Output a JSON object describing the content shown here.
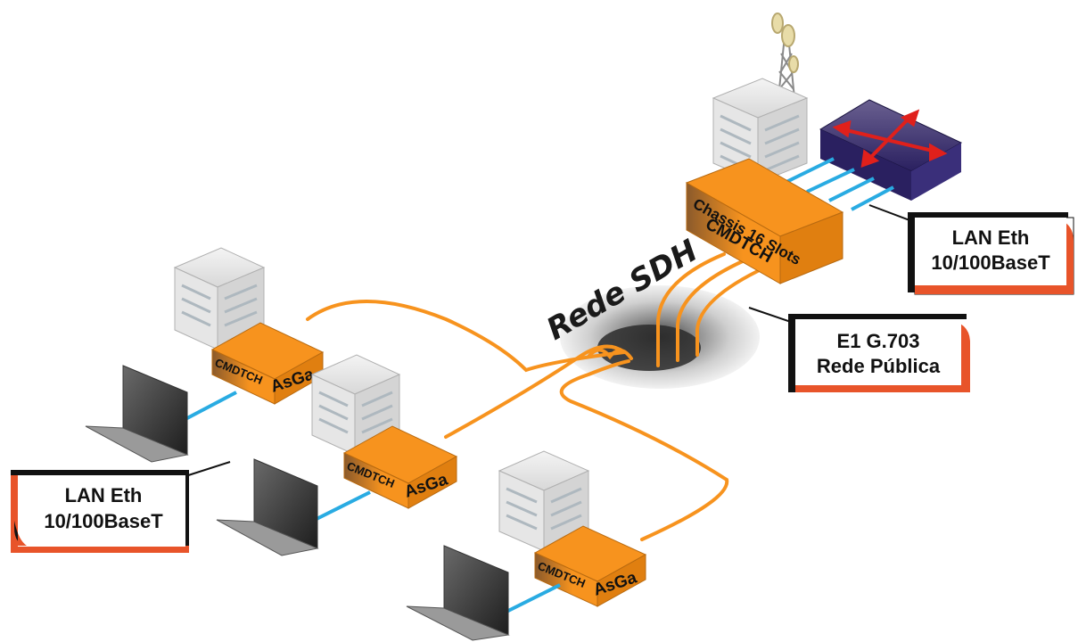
{
  "network_label": "Rede SDH",
  "central": {
    "chassis_line1": "Chassis 16 Slots",
    "chassis_line2": "CMDTCH"
  },
  "remote_units": [
    {
      "model": "CMDTCH",
      "brand": "AsGa"
    },
    {
      "model": "CMDTCH",
      "brand": "AsGa"
    },
    {
      "model": "CMDTCH",
      "brand": "AsGa"
    }
  ],
  "callouts": {
    "lan_top": {
      "line1": "LAN Eth",
      "line2": "10/100BaseT"
    },
    "e1": {
      "line1": "E1 G.703",
      "line2": "Rede Pública"
    },
    "lan_left": {
      "line1": "LAN Eth",
      "line2": "10/100BaseT"
    }
  },
  "colors": {
    "orange": "#F7931E",
    "orange_dark": "#8B5A2B",
    "ethernet_blue": "#29ABE2",
    "switch_purple": "#3A2F7A",
    "arrow_red": "#E0201B",
    "callout_accent": "#E8542A"
  }
}
